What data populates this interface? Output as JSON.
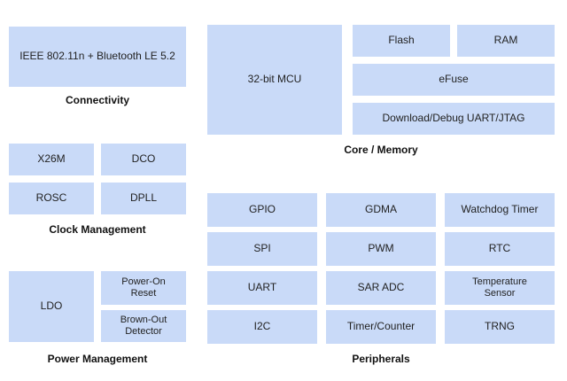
{
  "sections": {
    "connectivity": {
      "caption": "Connectivity",
      "blocks": [
        "IEEE 802.11n + Bluetooth LE 5.2"
      ]
    },
    "core_memory": {
      "caption": "Core / Memory",
      "blocks": [
        "32-bit MCU",
        "Flash",
        "RAM",
        "eFuse",
        "Download/Debug UART/JTAG"
      ]
    },
    "clock_management": {
      "caption": "Clock Management",
      "blocks": [
        "X26M",
        "DCO",
        "ROSC",
        "DPLL"
      ]
    },
    "power_management": {
      "caption": "Power Management",
      "blocks": [
        "LDO",
        "Power-On\nReset",
        "Brown-Out\nDetector"
      ]
    },
    "peripherals": {
      "caption": "Peripherals",
      "blocks": [
        "GPIO",
        "GDMA",
        "Watchdog Timer",
        "SPI",
        "PWM",
        "RTC",
        "UART",
        "SAR ADC",
        "Temperature\nSensor",
        "I2C",
        "Timer/Counter",
        "TRNG"
      ]
    }
  },
  "colors": {
    "block_fill": "#c9daf8",
    "text": "#222222"
  }
}
